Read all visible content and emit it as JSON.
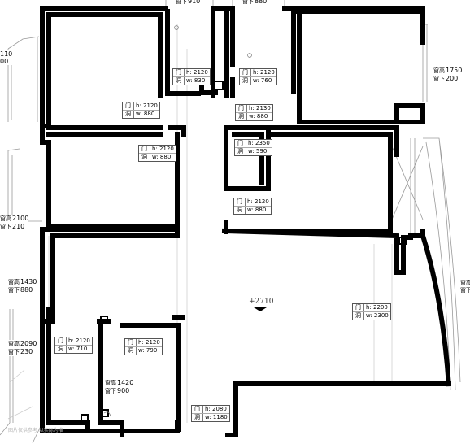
{
  "plan": {
    "door_labels": [
      {
        "id": "door-top-left-bedroom",
        "k1": "门",
        "h": "h: 2120",
        "k2": "洞",
        "w": "w: 880"
      },
      {
        "id": "door-bath-1",
        "k1": "门",
        "h": "h: 2120",
        "k2": "洞",
        "w": "w: 830"
      },
      {
        "id": "door-bath-2",
        "k1": "门",
        "h": "h: 2120",
        "k2": "洞",
        "w": "w: 760"
      },
      {
        "id": "door-top-right-bedroom",
        "k1": "门",
        "h": "h: 2130",
        "k2": "洞",
        "w": "w: 880"
      },
      {
        "id": "door-mid-left-bedroom",
        "k1": "门",
        "h": "h: 2120",
        "k2": "洞",
        "w": "w: 880"
      },
      {
        "id": "door-closet",
        "k1": "门",
        "h": "h: 2350",
        "k2": "洞",
        "w": "w: 590"
      },
      {
        "id": "door-mid-right-bedroom",
        "k1": "门",
        "h": "h: 2120",
        "k2": "洞",
        "w": "w: 880"
      },
      {
        "id": "door-living-balcony",
        "k1": "门",
        "h": "h: 2200",
        "k2": "洞",
        "w": "w: 2300"
      },
      {
        "id": "door-kitchen-left",
        "k1": "门",
        "h": "h: 2120",
        "k2": "洞",
        "w": "w: 710"
      },
      {
        "id": "door-kitchen-right",
        "k1": "门",
        "h": "h: 2120",
        "k2": "洞",
        "w": "w: 790"
      },
      {
        "id": "door-entrance",
        "k1": "门",
        "h": "h: 2080",
        "k2": "洞",
        "w": "w: 1180"
      }
    ],
    "window_labels": [
      {
        "id": "win-top-a",
        "line1": "",
        "line1_value": "",
        "line2": "窗下",
        "line2_value": "910"
      },
      {
        "id": "win-top-b",
        "line1": "",
        "line1_value": "",
        "line2": "窗下",
        "line2_value": "880"
      },
      {
        "id": "win-left-top",
        "line1": "",
        "line1_value": "110",
        "line2": "",
        "line2_value": "00"
      },
      {
        "id": "win-right-top",
        "line1": "窗高",
        "line1_value": "1750",
        "line2": "窗下",
        "line2_value": "200"
      },
      {
        "id": "win-left-mid",
        "line1": "窗高",
        "line1_value": "2100",
        "line2": "窗下",
        "line2_value": "210"
      },
      {
        "id": "win-left-lower",
        "line1": "窗高",
        "line1_value": "1430",
        "line2": "窗下",
        "line2_value": "880"
      },
      {
        "id": "win-right-bay",
        "line1": "窗高",
        "line1_value": "",
        "line2": "窗下",
        "line2_value": ""
      },
      {
        "id": "win-left-bottom",
        "line1": "窗高",
        "line1_value": "2090",
        "line2": "窗下",
        "line2_value": "230"
      },
      {
        "id": "win-kitchen",
        "line1": "窗高",
        "line1_value": "1420",
        "line2": "窗下",
        "line2_value": "900"
      }
    ],
    "elevation": "+2710",
    "watermark": "图片仅供参考 以实际为准",
    "colors": {
      "wall": "#000000",
      "window": "#9a9a9a",
      "label_border": "#555555"
    }
  }
}
